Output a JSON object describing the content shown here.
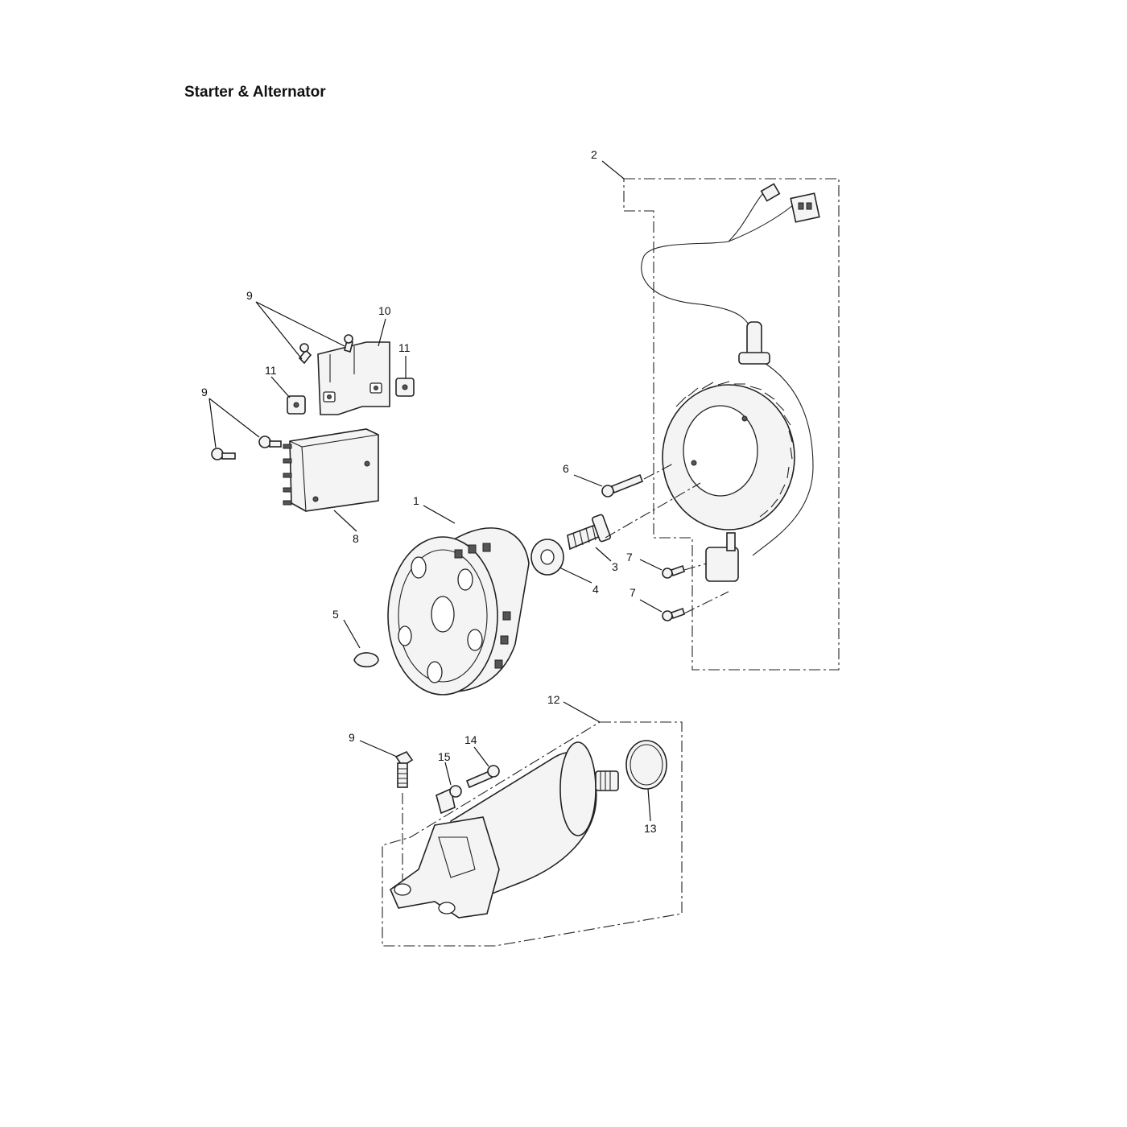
{
  "title": "Starter & Alternator",
  "callouts": [
    {
      "id": "c1",
      "text": "1"
    },
    {
      "id": "c2",
      "text": "2"
    },
    {
      "id": "c3",
      "text": "3"
    },
    {
      "id": "c4",
      "text": "4"
    },
    {
      "id": "c5",
      "text": "5"
    },
    {
      "id": "c6",
      "text": "6"
    },
    {
      "id": "c7a",
      "text": "7"
    },
    {
      "id": "c7b",
      "text": "7"
    },
    {
      "id": "c8",
      "text": "8"
    },
    {
      "id": "c9a",
      "text": "9"
    },
    {
      "id": "c9b",
      "text": "9"
    },
    {
      "id": "c9c",
      "text": "9"
    },
    {
      "id": "c10",
      "text": "10"
    },
    {
      "id": "c11a",
      "text": "11"
    },
    {
      "id": "c11b",
      "text": "11"
    },
    {
      "id": "c12",
      "text": "12"
    },
    {
      "id": "c13",
      "text": "13"
    },
    {
      "id": "c14",
      "text": "14"
    },
    {
      "id": "c15",
      "text": "15"
    }
  ],
  "colors": {
    "ink": "#111111",
    "background": "#ffffff"
  }
}
